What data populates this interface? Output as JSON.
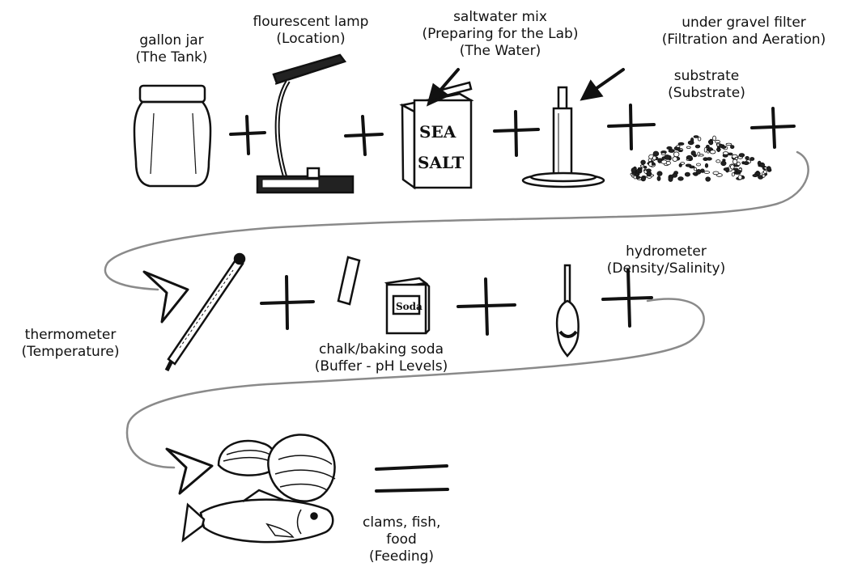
{
  "colors": {
    "ink": "#111111",
    "path": "#8a8a8a",
    "paper": "#ffffff"
  },
  "items": [
    {
      "id": "gallon-jar",
      "icon": "jar-icon",
      "name": "gallon jar",
      "topic": "(The Tank)"
    },
    {
      "id": "lamp",
      "icon": "lamp-icon",
      "name": "flourescent lamp",
      "topic": "(Location)"
    },
    {
      "id": "saltwater",
      "icon": "sea-salt-box-icon",
      "name": "saltwater mix",
      "topic": "(Preparing for the Lab)",
      "topic2": "(The Water)",
      "box_text_1": "SEA",
      "box_text_2": "SALT"
    },
    {
      "id": "filter",
      "icon": "filter-icon",
      "name": "under gravel filter",
      "topic": "(Filtration and Aeration)"
    },
    {
      "id": "substrate",
      "icon": "gravel-icon",
      "name": "substrate",
      "topic": "(Substrate)"
    },
    {
      "id": "thermometer",
      "icon": "thermometer-icon",
      "name": "thermometer",
      "topic": "(Temperature)"
    },
    {
      "id": "buffer",
      "icon": "chalk-soda-icon",
      "name": "chalk/baking soda",
      "topic": "(Buffer - pH Levels)",
      "box_text": "Soda"
    },
    {
      "id": "hydrometer",
      "icon": "hydrometer-icon",
      "name": "hydrometer",
      "topic": "(Density/Salinity)"
    },
    {
      "id": "feeding",
      "icon": "clams-fish-icon",
      "name": "clams, fish,",
      "name2": "food",
      "topic": "(Feeding)"
    }
  ]
}
